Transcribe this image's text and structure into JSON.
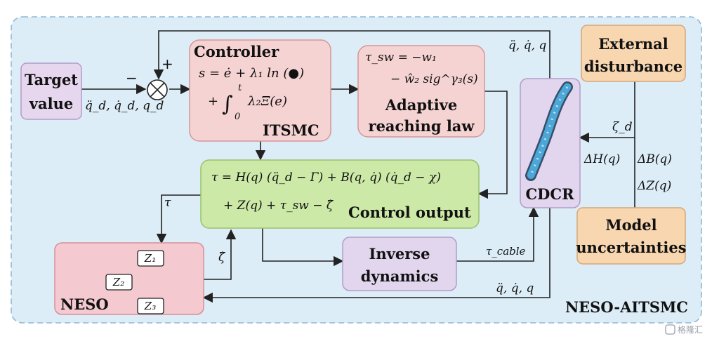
{
  "frame": {
    "label": "NESO-AITSMC"
  },
  "target": {
    "title_line1": "Target",
    "title_line2": "value",
    "signals": "q̈_d, q̇_d, q_d"
  },
  "summing": {
    "minus": "−",
    "plus": "+"
  },
  "controller": {
    "title": "Controller",
    "eq1": "s = ė + λ₁ ln (●)",
    "eq2_prefix": "+",
    "eq2_integral": "∫",
    "eq2_upper": "t",
    "eq2_lower": "0",
    "eq2_body": "λ₂Ξ(e)",
    "subtitle": "ITSMC"
  },
  "adaptive": {
    "eq1": "τ_sw = −w₁",
    "eq2": "− ŵ₂ sig^γ₃(s)",
    "title_line1": "Adaptive",
    "title_line2": "reaching law"
  },
  "control_output": {
    "eq1": "τ = H(q) (q̈_d − Γ) + B(q, q̇) (q̇_d − χ)",
    "eq2": "+ Z(q) + τ_sw − ζ̂",
    "title": "Control output"
  },
  "cdcr": {
    "label": "CDCR"
  },
  "external": {
    "line1": "External",
    "line2": "disturbance"
  },
  "model": {
    "line1": "Model",
    "line2": "uncertainties"
  },
  "inverse": {
    "line1": "Inverse",
    "line2": "dynamics"
  },
  "neso": {
    "label": "NESO",
    "z1": "Z₁",
    "z2": "Z₂",
    "z3": "Z₃"
  },
  "signals": {
    "feedback_top": "q̈, q̇, q",
    "feedback_bottom": "q̈, q̇, q",
    "zeta_d": "ζ_d",
    "delta_h": "ΔH(q)",
    "delta_b": "ΔB(q)",
    "delta_z": "ΔZ(q)",
    "tau": "τ",
    "zeta_hat": "ζ̂",
    "tau_cable": "τ_cable"
  },
  "watermark": "格隆汇",
  "colors": {
    "frame_fill": "#dcedf7",
    "frame_stroke": "#8fb9d6",
    "target_fill": "#e6d7ee",
    "controller_fill": "#f6d3d3",
    "control_output_fill": "#cde9a8",
    "orange_fill": "#f7d6b0",
    "inverse_fill": "#e2d5ee",
    "neso_fill": "#f4c9cf"
  }
}
